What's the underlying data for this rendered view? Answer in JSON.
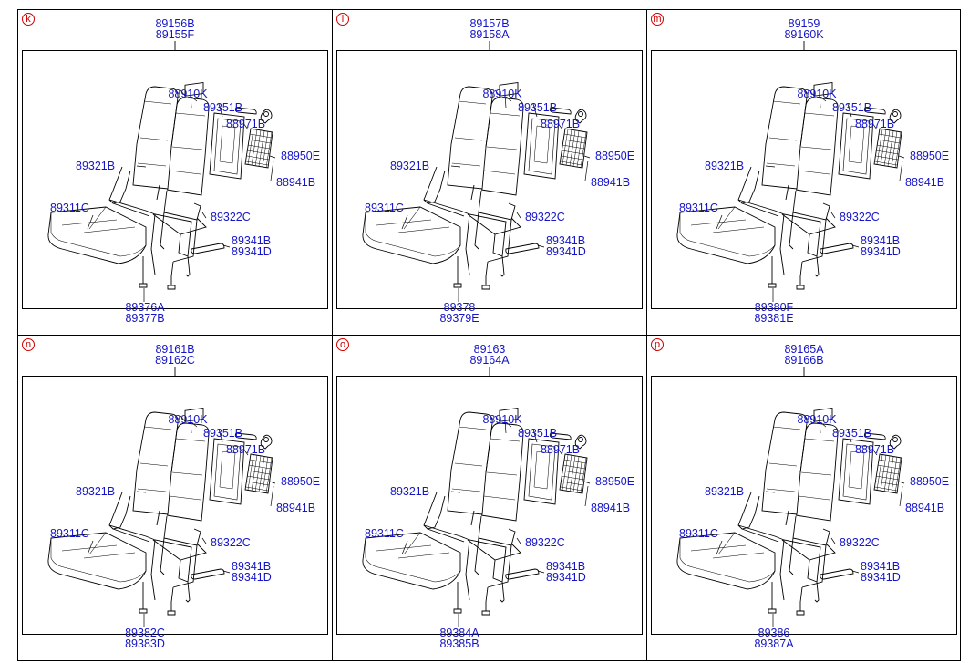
{
  "colors": {
    "label": "#1515c8",
    "marker": "#d00000",
    "line": "#000000"
  },
  "panels": [
    {
      "marker": "k",
      "assembly": [
        "89156B",
        "89155F"
      ],
      "bottom": [
        "89376A",
        "89377B"
      ],
      "parts": {
        "cover_kit": "88910K",
        "frame_back": "89351B",
        "handle": "88971B",
        "hook": "88950E",
        "back": "89321B",
        "net": "88941B",
        "cushion": "89311C",
        "bracket": "89322C",
        "side_a": "89341B",
        "side_b": "89341D"
      }
    },
    {
      "marker": "l",
      "assembly": [
        "89157B",
        "89158A"
      ],
      "bottom": [
        "89378",
        "89379E"
      ],
      "parts": {
        "cover_kit": "88910K",
        "frame_back": "89351B",
        "handle": "88971B",
        "hook": "88950E",
        "back": "89321B",
        "net": "88941B",
        "cushion": "89311C",
        "bracket": "89322C",
        "side_a": "89341B",
        "side_b": "89341D"
      }
    },
    {
      "marker": "m",
      "assembly": [
        "89159",
        "89160K"
      ],
      "bottom": [
        "89380F",
        "89381E"
      ],
      "parts": {
        "cover_kit": "88910K",
        "frame_back": "89351B",
        "handle": "88971B",
        "hook": "88950E",
        "back": "89321B",
        "net": "88941B",
        "cushion": "89311C",
        "bracket": "89322C",
        "side_a": "89341B",
        "side_b": "89341D"
      }
    },
    {
      "marker": "n",
      "assembly": [
        "89161B",
        "89162C"
      ],
      "bottom": [
        "89382C",
        "89383D"
      ],
      "parts": {
        "cover_kit": "88910K",
        "frame_back": "89351B",
        "handle": "88971B",
        "hook": "88950E",
        "back": "89321B",
        "net": "88941B",
        "cushion": "89311C",
        "bracket": "89322C",
        "side_a": "89341B",
        "side_b": "89341D"
      }
    },
    {
      "marker": "o",
      "assembly": [
        "89163",
        "89164A"
      ],
      "bottom": [
        "89384A",
        "89385B"
      ],
      "parts": {
        "cover_kit": "88910K",
        "frame_back": "89351B",
        "handle": "88971B",
        "hook": "88950E",
        "back": "89321B",
        "net": "88941B",
        "cushion": "89311C",
        "bracket": "89322C",
        "side_a": "89341B",
        "side_b": "89341D"
      }
    },
    {
      "marker": "p",
      "assembly": [
        "89165A",
        "89166B"
      ],
      "bottom": [
        "89386",
        "89387A"
      ],
      "parts": {
        "cover_kit": "88910K",
        "frame_back": "89351B",
        "handle": "88971B",
        "hook": "88950E",
        "back": "89321B",
        "net": "88941B",
        "cushion": "89311C",
        "bracket": "89322C",
        "side_a": "89341B",
        "side_b": "89341D"
      }
    }
  ]
}
